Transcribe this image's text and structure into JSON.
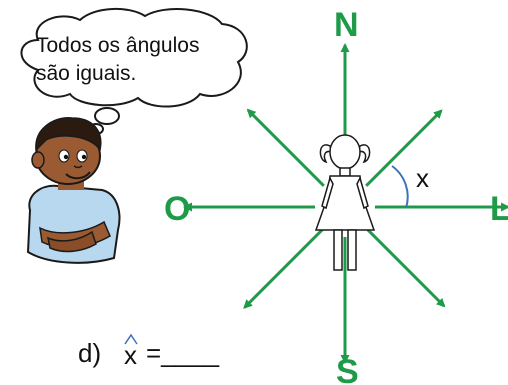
{
  "speech_bubble": {
    "line1": "Todos os ângulos",
    "line2": "são iguais."
  },
  "compass": {
    "north": "N",
    "south": "S",
    "east": "L",
    "west": "O",
    "color": "#1e9a48",
    "arrow_count": 8
  },
  "angle_label": "x",
  "question": {
    "prefix": "d)",
    "variable": "x",
    "suffix": "=____"
  },
  "figures": {
    "boy": "boy-thinking-icon",
    "girl": "girl-standing-icon"
  }
}
